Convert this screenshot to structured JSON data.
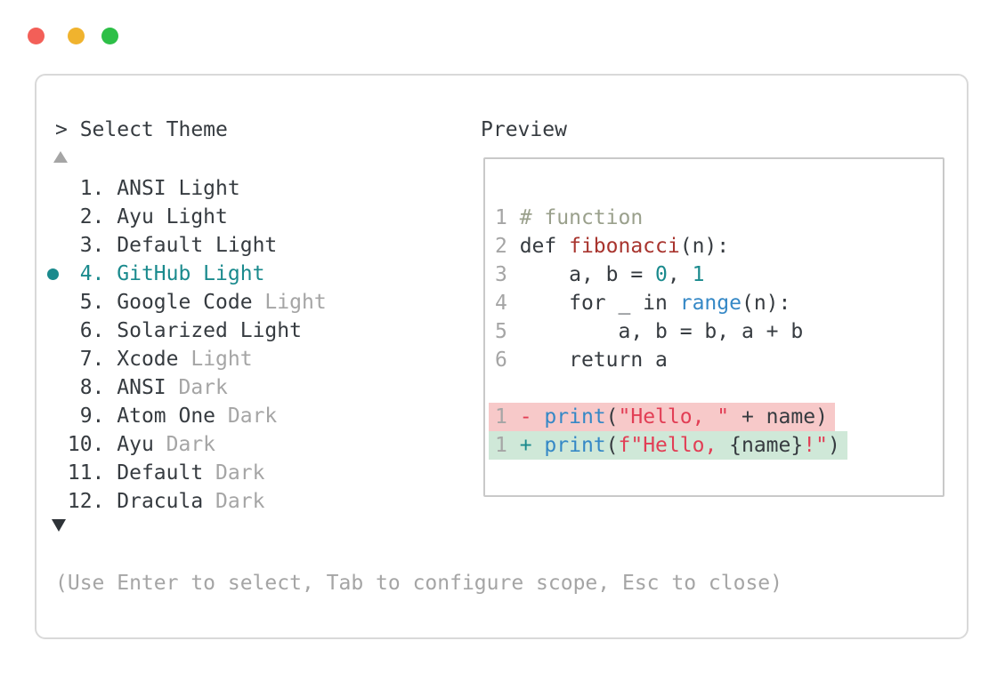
{
  "window": {
    "controls": [
      {
        "name": "close",
        "color": "#f35f58"
      },
      {
        "name": "minimize",
        "color": "#f0b32e"
      },
      {
        "name": "maximize",
        "color": "#2dbf47"
      }
    ]
  },
  "picker": {
    "prompt": "> Select Theme",
    "hint": "(Use Enter to select, Tab to configure scope, Esc to close)",
    "scroll_up_icon": "triangle-up",
    "scroll_down_icon": "triangle-down",
    "selected_marker_icon": "filled-circle",
    "items": [
      {
        "num": "  1.",
        "name": "ANSI Light",
        "muted": "",
        "selected": false
      },
      {
        "num": "  2.",
        "name": "Ayu Light",
        "muted": "",
        "selected": false
      },
      {
        "num": "  3.",
        "name": "Default Light",
        "muted": "",
        "selected": false
      },
      {
        "num": "  4.",
        "name": "GitHub Light",
        "muted": "",
        "selected": true
      },
      {
        "num": "  5.",
        "name": "Google Code",
        "muted": " Light",
        "selected": false
      },
      {
        "num": "  6.",
        "name": "Solarized Light",
        "muted": "",
        "selected": false
      },
      {
        "num": "  7.",
        "name": "Xcode",
        "muted": " Light",
        "selected": false
      },
      {
        "num": "  8.",
        "name": "ANSI",
        "muted": " Dark",
        "selected": false
      },
      {
        "num": "  9.",
        "name": "Atom One",
        "muted": " Dark",
        "selected": false
      },
      {
        "num": " 10.",
        "name": "Ayu",
        "muted": " Dark",
        "selected": false
      },
      {
        "num": " 11.",
        "name": "Default",
        "muted": " Dark",
        "selected": false
      },
      {
        "num": " 12.",
        "name": "Dracula",
        "muted": " Dark",
        "selected": false
      }
    ]
  },
  "preview": {
    "label": "Preview",
    "lines": [
      {
        "n": "1",
        "tokens": [
          [
            "com",
            "# function"
          ]
        ]
      },
      {
        "n": "2",
        "tokens": [
          [
            "t",
            "def "
          ],
          [
            "fn",
            "fibonacci"
          ],
          [
            "t",
            "(n):"
          ]
        ]
      },
      {
        "n": "3",
        "tokens": [
          [
            "t",
            "    a, b = "
          ],
          [
            "num",
            "0"
          ],
          [
            "t",
            ", "
          ],
          [
            "num",
            "1"
          ]
        ]
      },
      {
        "n": "4",
        "tokens": [
          [
            "t",
            "    for _ in "
          ],
          [
            "bi",
            "range"
          ],
          [
            "t",
            "(n):"
          ]
        ]
      },
      {
        "n": "5",
        "tokens": [
          [
            "t",
            "        a, b = b, a + b"
          ]
        ]
      },
      {
        "n": "6",
        "tokens": [
          [
            "t",
            "    return a"
          ]
        ]
      },
      {
        "n": "",
        "tokens": []
      },
      {
        "n": "1",
        "bg": "removed",
        "tokens": [
          [
            "minus",
            "- "
          ],
          [
            "bi",
            "print"
          ],
          [
            "t",
            "("
          ],
          [
            "str",
            "\"Hello, \""
          ],
          [
            "t",
            " + name)"
          ]
        ]
      },
      {
        "n": "1",
        "bg": "added",
        "tokens": [
          [
            "plus",
            "+ "
          ],
          [
            "bi",
            "print"
          ],
          [
            "t",
            "("
          ],
          [
            "str",
            "f\"Hello, "
          ],
          [
            "t",
            "{name}"
          ],
          [
            "str",
            "!\""
          ],
          [
            "t",
            ")"
          ]
        ]
      }
    ]
  },
  "colors": {
    "accent_teal": "#1a8a8d",
    "text_dark": "#363b40",
    "text_muted": "#a5a5a5",
    "comment_green": "#9aa08c",
    "function_red": "#a8342e",
    "builtin_blue": "#3588c6",
    "string_crimson": "#e23e55",
    "number_teal": "#1a8a8d",
    "removed_bg": "#f7c9c9",
    "added_bg": "#cfe8d8",
    "panel_border": "#d9d9d9",
    "preview_border": "#c9c9c9",
    "traffic_red": "#f35f58",
    "traffic_yellow": "#f0b32e",
    "traffic_green": "#2dbf47"
  }
}
